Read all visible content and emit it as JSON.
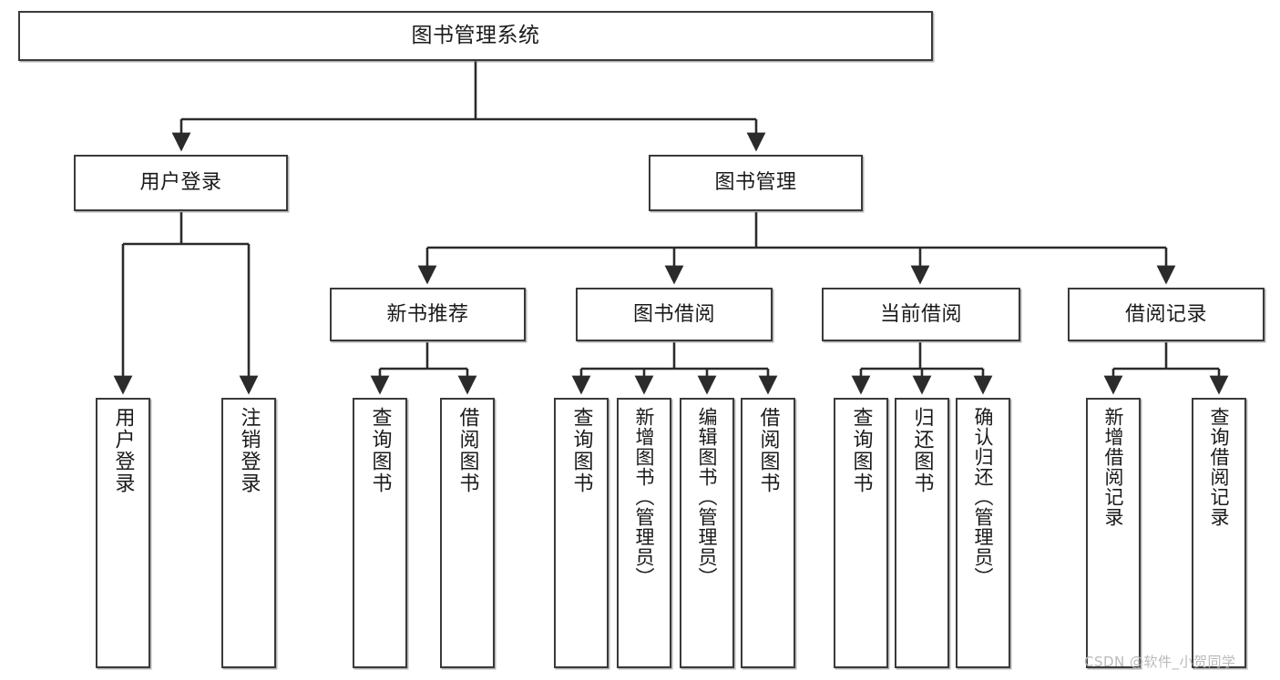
{
  "diagram": {
    "title": "图书管理系统",
    "type": "tree-hierarchy-chart",
    "watermark": "CSDN @软件_小贺同学",
    "colors": {
      "box_border": "#3a3a3a",
      "box_fill": "#ffffff",
      "edge": "#2b2b2b",
      "text": "#1a1a1a",
      "watermark": "#b9b9b9"
    },
    "root": {
      "id": "root",
      "label": "图书管理系统"
    },
    "level2": [
      {
        "id": "user-login",
        "label": "用户登录"
      },
      {
        "id": "book-manage",
        "label": "图书管理"
      }
    ],
    "level3": [
      {
        "id": "new-book-rec",
        "label": "新书推荐"
      },
      {
        "id": "book-borrow",
        "label": "图书借阅"
      },
      {
        "id": "current-borrow",
        "label": "当前借阅"
      },
      {
        "id": "borrow-record",
        "label": "借阅记录"
      }
    ],
    "leaves": {
      "user-login": [
        {
          "id": "leaf-user-login",
          "label": "用户登录"
        },
        {
          "id": "leaf-logout-login",
          "label": "注销登录"
        }
      ],
      "new-book-rec": [
        {
          "id": "leaf-query-book-1",
          "label": "查询图书"
        },
        {
          "id": "leaf-borrow-book-1",
          "label": "借阅图书"
        }
      ],
      "book-borrow": [
        {
          "id": "leaf-query-book-2",
          "label": "查询图书"
        },
        {
          "id": "leaf-add-book",
          "label": "新增图书（管理员）"
        },
        {
          "id": "leaf-edit-book",
          "label": "编辑图书（管理员）"
        },
        {
          "id": "leaf-borrow-book-2",
          "label": "借阅图书"
        }
      ],
      "current-borrow": [
        {
          "id": "leaf-query-book-3",
          "label": "查询图书"
        },
        {
          "id": "leaf-return-book",
          "label": "归还图书"
        },
        {
          "id": "leaf-confirm-return",
          "label": "确认归还（管理员）"
        }
      ],
      "borrow-record": [
        {
          "id": "leaf-add-record",
          "label": "新增借阅记录"
        },
        {
          "id": "leaf-query-record",
          "label": "查询借阅记录"
        }
      ]
    }
  }
}
